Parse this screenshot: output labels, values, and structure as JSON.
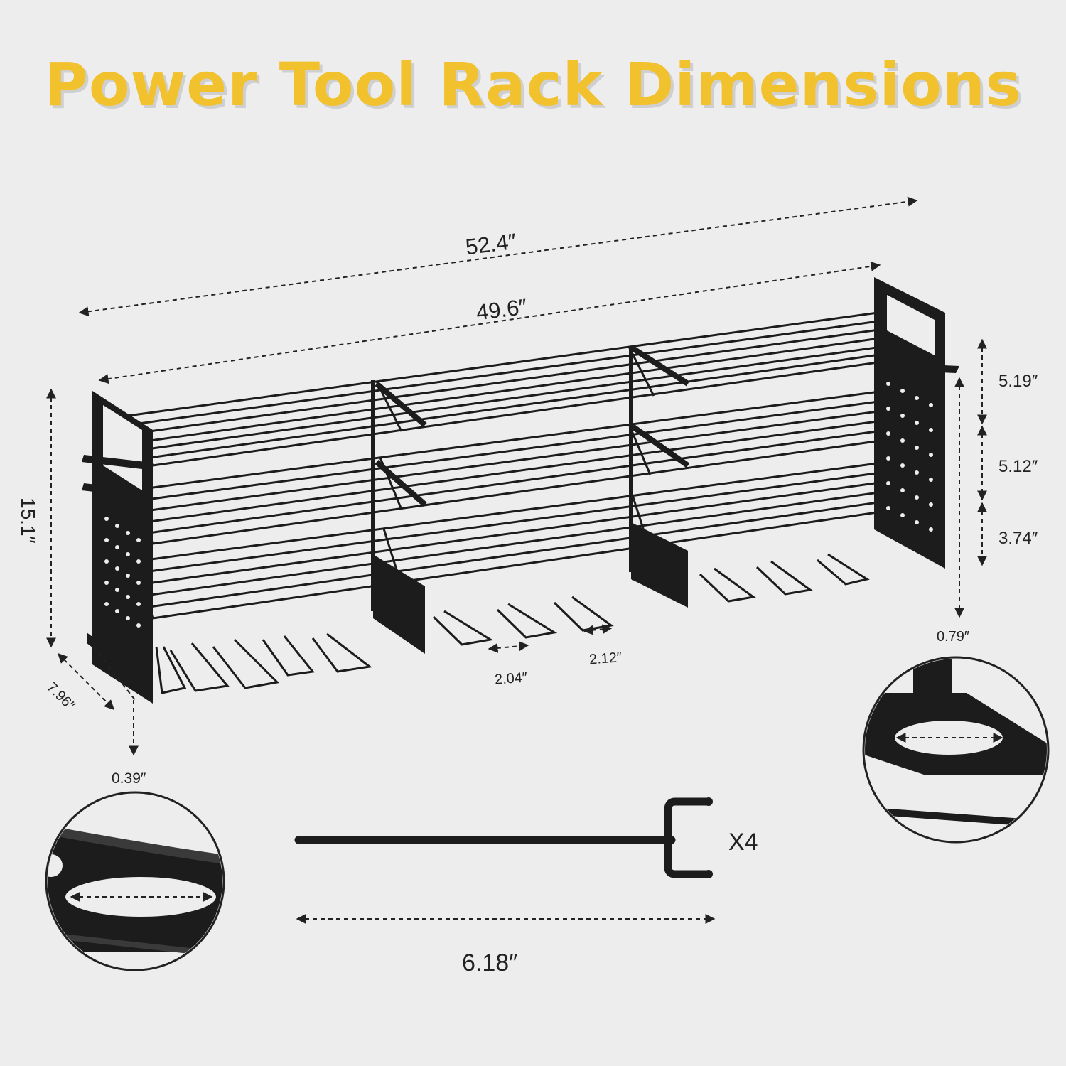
{
  "title": "Power Tool Rack Dimensions",
  "dimensions": {
    "overall_length": "52.4″",
    "shelf_length": "49.6″",
    "height": "15.1″",
    "depth": "7.96″",
    "tier_top": "5.19″",
    "tier_middle": "5.12″",
    "tier_bottom": "3.74″",
    "bottom_clearance": "0.79″",
    "foot_thickness": "0.39″",
    "slot_width_a": "2.04″",
    "slot_width_b": "2.12″",
    "hook_length": "6.18″"
  },
  "hook_quantity": "X4",
  "colors": {
    "title": "#f2c12e",
    "rack": "#1c1c1c",
    "background": "#ededed"
  }
}
